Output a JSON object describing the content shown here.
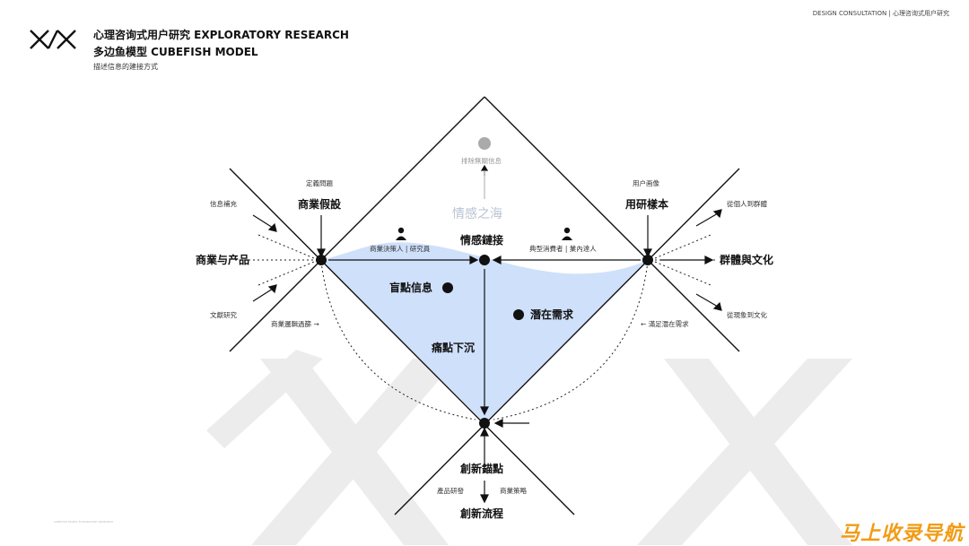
{
  "header": {
    "title_line1": "心理咨询式用户研究 EXPLORATORY RESEARCH",
    "title_line2": "多边鱼模型 CUBEFISH MODEL",
    "subtitle": "描述信息的建接方式",
    "corner": "DESIGN CONSULTATION | 心理咨询式用户研究",
    "footnote": "CUBEFISH MODEL EXPLORATORY RESEARCH"
  },
  "diagram": {
    "top_excluded": "排除無關信息",
    "sea": "情感之海",
    "left_top_small": "定義問題",
    "left_top_big": "商業假設",
    "left_big": "商業与产品",
    "info_supplement": "信息補充",
    "literature": "文獻研究",
    "logic": "商業邏輯過篩 →",
    "center_big": "情感鏈接",
    "decision_maker": "商業決策人 | 研究員",
    "consumer": "典型消費者 | 業內達人",
    "right_top_small": "用户画像",
    "right_top_big": "用研樣本",
    "right_big": "群體與文化",
    "indiv_group": "從個人到群體",
    "phenom_culture": "從現象到文化",
    "meet_potential": "← 滿足潛在需求",
    "blind_info": "盲點信息",
    "potential_need": "潛在需求",
    "pain_sink": "痛點下沉",
    "anchor_big": "創新錨點",
    "product_dev": "產品研發",
    "biz_strategy": "商業策略",
    "process_big": "創新流程"
  },
  "watermark": "马上收录导航",
  "colors": {
    "fill_blue": "#cfe0fb",
    "x_gray": "#e9e9e9",
    "line": "#111111"
  }
}
